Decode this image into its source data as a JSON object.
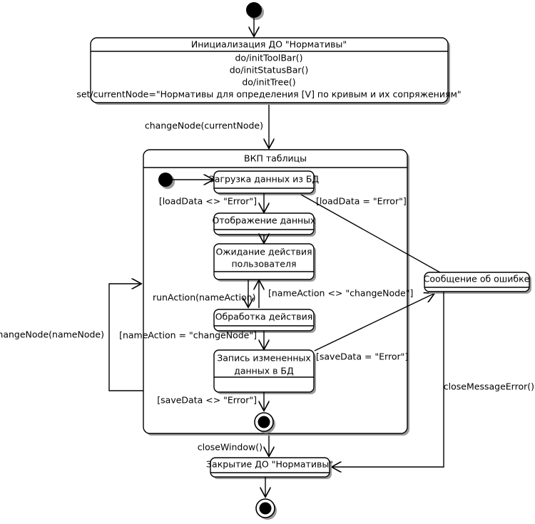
{
  "diagram": {
    "type": "uml-state-machine",
    "title": "",
    "language": "ru",
    "colors": {
      "stroke": "#000000",
      "fill": "#ffffff",
      "shadow": "#9a9a9a",
      "text": "#000000"
    }
  },
  "states": {
    "init_start": {
      "kind": "initial-pseudostate"
    },
    "init_do": {
      "kind": "state",
      "name": "Инициализация ДО \"Нормативы\"",
      "actions": [
        "do/initToolBar()",
        "do/initStatusBar()",
        "do/initTree()",
        "set/currentNode=\"Нормативы для определения [V] по кривым и их сопряжениям\""
      ]
    },
    "composite": {
      "kind": "composite-state",
      "name": "ВКП таблицы",
      "substates": {
        "sub_start": {
          "kind": "initial-pseudostate"
        },
        "load_data": {
          "kind": "state",
          "name": "Загрузка данных из БД"
        },
        "show_data": {
          "kind": "state",
          "name": "Отображение данных"
        },
        "wait_action": {
          "kind": "state",
          "name_line1": "Ожидание действия",
          "name_line2": "пользователя"
        },
        "process_action": {
          "kind": "state",
          "name": "Обработка действия"
        },
        "save_data": {
          "kind": "state",
          "name_line1": "Запись измененных",
          "name_line2": "данных в БД"
        },
        "sub_final": {
          "kind": "final-state"
        }
      }
    },
    "error_msg": {
      "kind": "state",
      "name": "Сообщение об ошибке"
    },
    "close_do": {
      "kind": "state",
      "name": "Закрытие ДО \"Нормативы\""
    },
    "final": {
      "kind": "final-state"
    }
  },
  "transitions": [
    {
      "id": "t_start_init",
      "from": "init_start",
      "to": "init_do",
      "label": ""
    },
    {
      "id": "t_init_composite",
      "from": "init_do",
      "to": "composite",
      "label": "changeNode(currentNode)"
    },
    {
      "id": "t_substart_load",
      "from": "sub_start",
      "to": "load_data",
      "label": ""
    },
    {
      "id": "t_load_show",
      "from": "load_data",
      "to": "show_data",
      "label": "[loadData <> \"Error\"]"
    },
    {
      "id": "t_load_error",
      "from": "load_data",
      "to": "error_msg",
      "label": "[loadData = \"Error\"]"
    },
    {
      "id": "t_show_wait",
      "from": "show_data",
      "to": "wait_action",
      "label": ""
    },
    {
      "id": "t_wait_process",
      "from": "wait_action",
      "to": "process_action",
      "label": "runAction(nameAction)"
    },
    {
      "id": "t_process_wait",
      "from": "process_action",
      "to": "wait_action",
      "label": "[nameAction <> \"changeNode\"]"
    },
    {
      "id": "t_process_save",
      "from": "process_action",
      "to": "save_data",
      "label": "[nameAction = \"changeNode\"]"
    },
    {
      "id": "t_save_error",
      "from": "save_data",
      "to": "error_msg",
      "label": "[saveData = \"Error\"]"
    },
    {
      "id": "t_save_final",
      "from": "save_data",
      "to": "sub_final",
      "label": "[saveData <> \"Error\"]"
    },
    {
      "id": "t_change_node",
      "from": "composite",
      "to": "composite",
      "label": "changeNode(nameNode)"
    },
    {
      "id": "t_close_window",
      "from": "composite",
      "to": "close_do",
      "label": "closeWindow()"
    },
    {
      "id": "t_close_error",
      "from": "error_msg",
      "to": "close_do",
      "label": "closeMessageError()"
    },
    {
      "id": "t_close_final",
      "from": "close_do",
      "to": "final",
      "label": ""
    }
  ],
  "labels": {
    "state_init_do_title": "Инициализация ДО \"Нормативы\"",
    "act_init_toolbar": "do/initToolBar()",
    "act_init_statusbar": "do/initStatusBar()",
    "act_init_tree": "do/initTree()",
    "act_set_currentnode": "set/currentNode=\"Нормативы для определения [V] по кривым и их сопряжениям\"",
    "state_composite_title": "ВКП таблицы",
    "state_load_data": "Загрузка данных из БД",
    "state_show_data": "Отображение данных",
    "state_wait_action_1": "Ожидание действия",
    "state_wait_action_2": "пользователя",
    "state_process_action": "Обработка действия",
    "state_save_data_1": "Запись измененных",
    "state_save_data_2": "данных в БД",
    "state_error_msg": "Сообщение об ошибке",
    "state_close_do": "Закрытие ДО \"Нормативы\"",
    "tr_change_node_current": "changeNode(currentNode)",
    "tr_load_ok": "[loadData <> \"Error\"]",
    "tr_load_err": "[loadData = \"Error\"]",
    "tr_run_action": "runAction(nameAction)",
    "tr_name_action_ne": "[nameAction <> \"changeNode\"]",
    "tr_name_action_eq": "[nameAction = \"changeNode\"]",
    "tr_save_err": "[saveData = \"Error\"]",
    "tr_save_ok": "[saveData <> \"Error\"]",
    "tr_change_node_name": "changeNode(nameNode)",
    "tr_close_window": "closeWindow()",
    "tr_close_message_error": "closeMessageError()"
  }
}
